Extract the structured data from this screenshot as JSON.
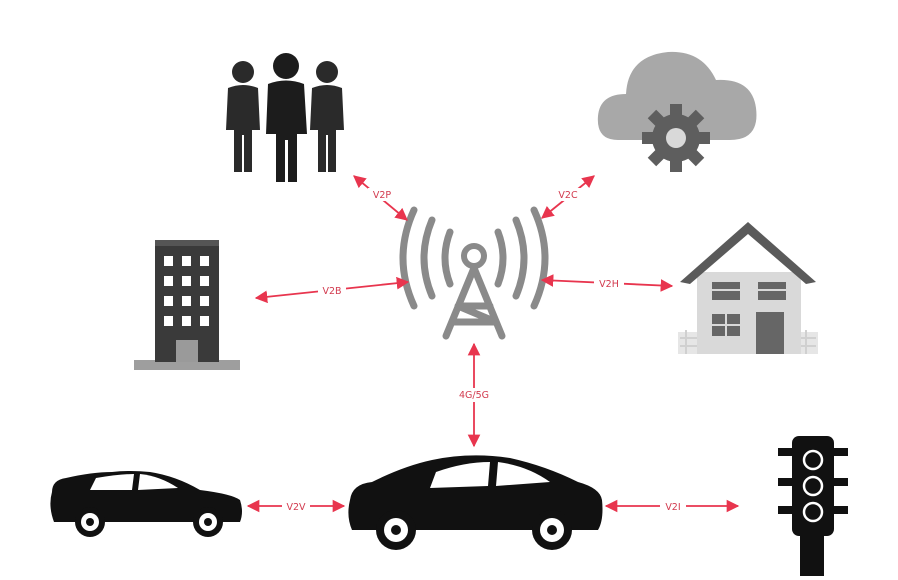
{
  "diagram": {
    "colors": {
      "arrow": "#e8354e",
      "label": "#d23a4e",
      "icon_dark": "#1c1c1c",
      "icon_gray": "#8a8a8a"
    },
    "nodes": [
      {
        "id": "people",
        "icon": "people-icon"
      },
      {
        "id": "cloud",
        "icon": "cloud-gear-icon"
      },
      {
        "id": "building",
        "icon": "building-icon"
      },
      {
        "id": "tower",
        "icon": "cell-tower-icon"
      },
      {
        "id": "house",
        "icon": "house-icon"
      },
      {
        "id": "car-left",
        "icon": "car-icon"
      },
      {
        "id": "car-center",
        "icon": "car-icon"
      },
      {
        "id": "traffic-light",
        "icon": "traffic-light-icon"
      }
    ],
    "links": {
      "v2p": "V2P",
      "v2c": "V2C",
      "v2b": "V2B",
      "v2h": "V2H",
      "tower_car": "4G/5G",
      "v2v": "V2V",
      "v2i": "V2I"
    }
  }
}
